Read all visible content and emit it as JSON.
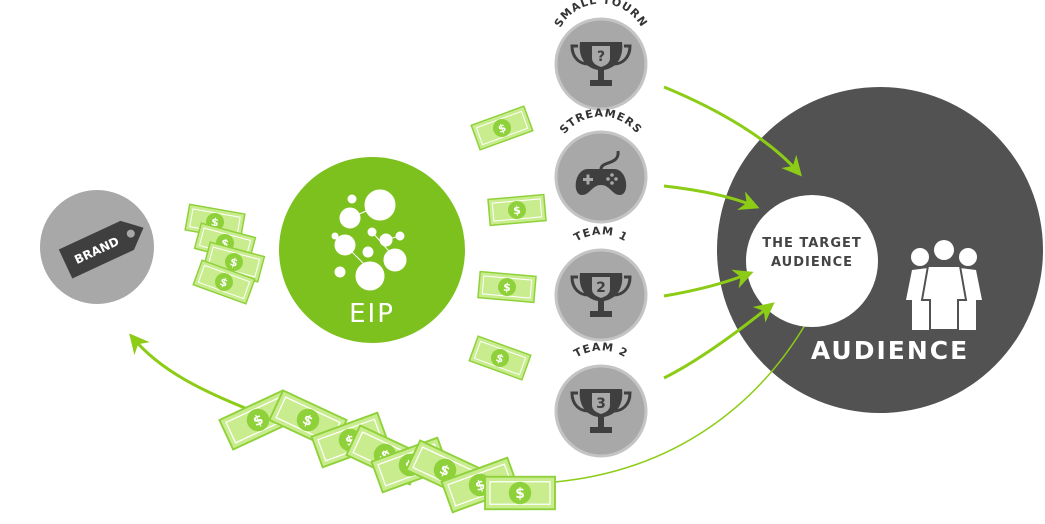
{
  "brand": {
    "label": "BRAND"
  },
  "hub": {
    "label": "EIP"
  },
  "channels": [
    {
      "label": "SMALL TOURN",
      "icon": "trophy-question-icon",
      "glyph": "?"
    },
    {
      "label": "STREAMERS",
      "icon": "gamepad-icon",
      "glyph": ""
    },
    {
      "label": "TEAM 1",
      "icon": "trophy-2-icon",
      "glyph": "2"
    },
    {
      "label": "TEAM 2",
      "icon": "trophy-3-icon",
      "glyph": "3"
    }
  ],
  "audience": {
    "target_line1": "THE TARGET",
    "target_line2": "AUDIENCE",
    "label": "AUDIENCE",
    "icon": "people-group-icon"
  },
  "money": {
    "symbol": "$"
  },
  "colors": {
    "green": "#7dc11f",
    "arrow": "#8ccc16",
    "dark": "#525252",
    "grey": "#a8a8a8"
  }
}
